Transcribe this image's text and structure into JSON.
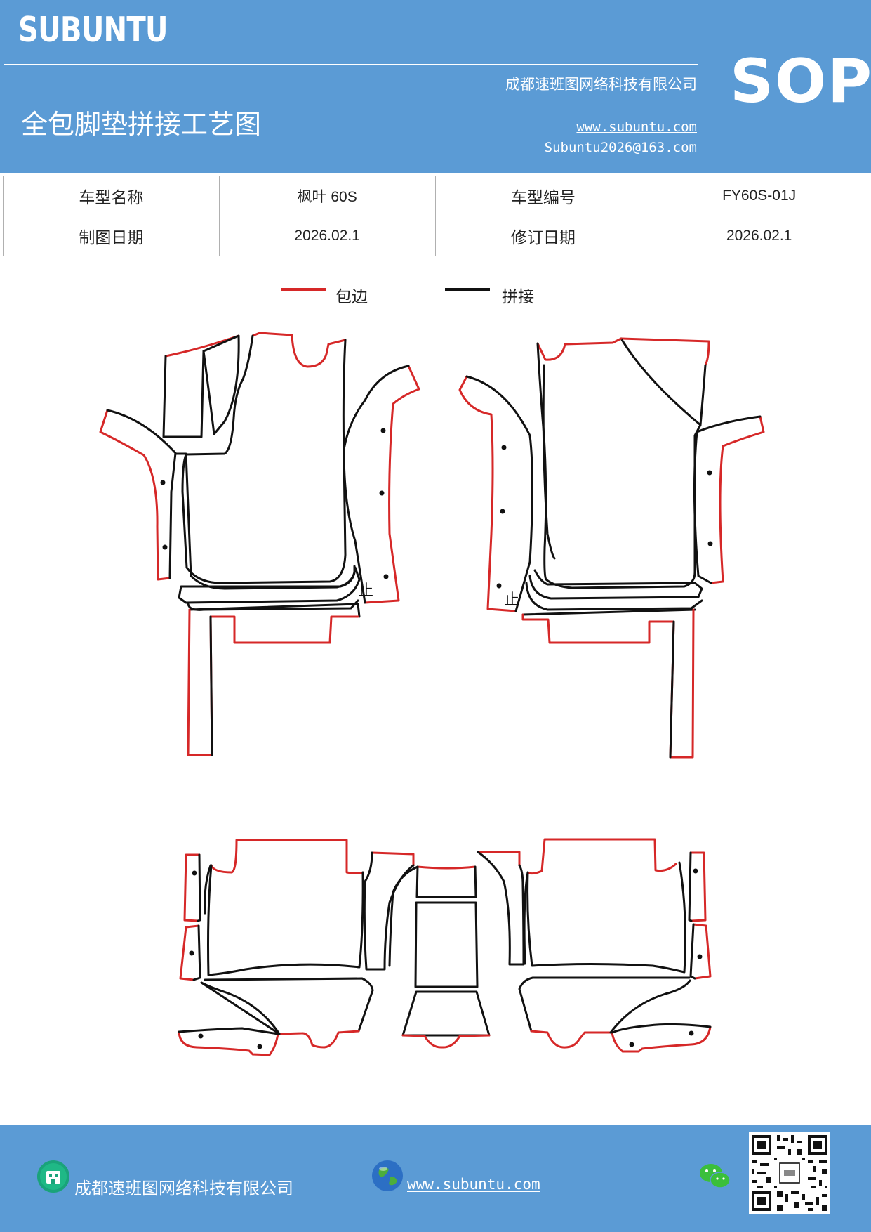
{
  "header": {
    "brand": "SUBUNTU",
    "sop": "SOP",
    "title": "全包脚垫拼接工艺图",
    "company": "成都速班图网络科技有限公司",
    "website": "www.subuntu.com",
    "email": "Subuntu2026@163.com",
    "background": "#5b9bd5"
  },
  "info_table": {
    "rows": [
      [
        "车型名称",
        "枫叶 60S",
        "车型编号",
        "FY60S-01J"
      ],
      [
        "制图日期",
        "2026.02.1",
        "修订日期",
        "2026.02.1"
      ]
    ]
  },
  "legend": {
    "items": [
      {
        "label": "包边",
        "color": "#d62828"
      },
      {
        "label": "拼接",
        "color": "#111111"
      }
    ]
  },
  "diagram": {
    "labels": [
      "止",
      "止"
    ]
  },
  "footer": {
    "company": "成都速班图网络科技有限公司",
    "website": "www.subuntu.com",
    "icons": [
      "building-icon",
      "globe-icon",
      "wechat-icon",
      "qr-code"
    ]
  }
}
